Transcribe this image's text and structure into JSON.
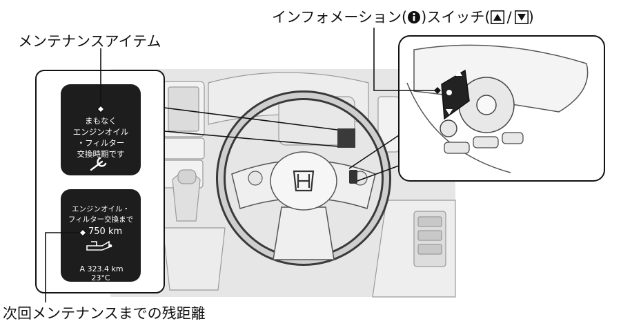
{
  "labels": {
    "maintenance_item": "メンテナンスアイテム",
    "info_switch_prefix": "インフォメーション(",
    "info_switch_mid": ")スイッチ(",
    "info_switch_sep": "/",
    "info_switch_suffix": ")",
    "remaining_distance": "次回メンテナンスまでの残距離"
  },
  "icons": {
    "info": "info-circle-icon",
    "up": "up-triangle-icon",
    "down": "down-triangle-icon",
    "wrench": "wrench-icon",
    "oil_can": "oil-can-icon",
    "honda_logo": "honda-logo-icon"
  },
  "display_top": {
    "line1": "まもなく",
    "line2": "エンジンオイル",
    "line3": "・フィルター",
    "line4": "交換時期です"
  },
  "display_bottom": {
    "line1": "エンジンオイル・",
    "line2": "フィルター交換まで",
    "distance": "750 km",
    "trip": "A  323.4 km",
    "temperature": "23°C"
  },
  "colors": {
    "background": "#e6e6e6",
    "display": "#1d1d1d",
    "line": "#111111"
  }
}
